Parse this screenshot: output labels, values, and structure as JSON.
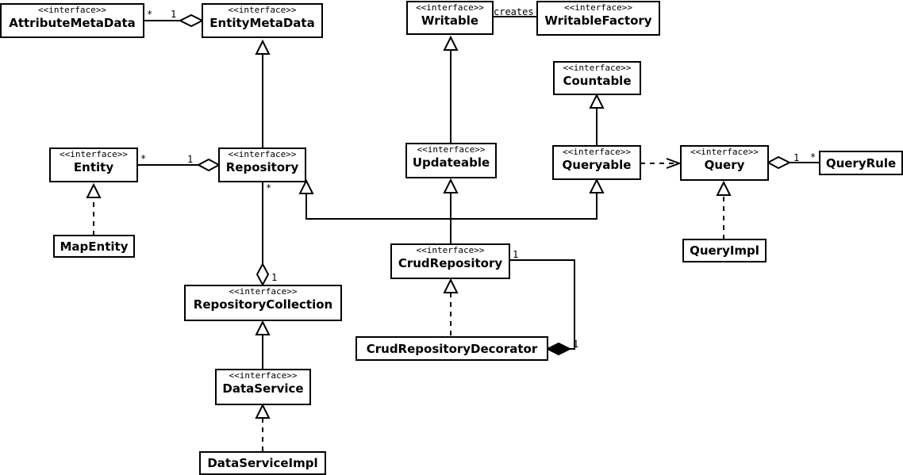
{
  "diagram": {
    "stereotype_text": "<<interface>>",
    "classes": {
      "attribute_meta_data": {
        "name": "AttributeMetaData",
        "interface": true
      },
      "entity_meta_data": {
        "name": "EntityMetaData",
        "interface": true
      },
      "writable": {
        "name": "Writable",
        "interface": true
      },
      "writable_factory": {
        "name": "WritableFactory",
        "interface": true
      },
      "countable": {
        "name": "Countable",
        "interface": true
      },
      "entity": {
        "name": "Entity",
        "interface": true
      },
      "repository": {
        "name": "Repository",
        "interface": true
      },
      "updateable": {
        "name": "Updateable",
        "interface": true
      },
      "queryable": {
        "name": "Queryable",
        "interface": true
      },
      "query": {
        "name": "Query",
        "interface": true
      },
      "query_rule": {
        "name": "QueryRule",
        "interface": false
      },
      "map_entity": {
        "name": "MapEntity",
        "interface": false
      },
      "query_impl": {
        "name": "QueryImpl",
        "interface": false
      },
      "crud_repository": {
        "name": "CrudRepository",
        "interface": true
      },
      "repository_collection": {
        "name": "RepositoryCollection",
        "interface": true
      },
      "crud_repository_decorator": {
        "name": "CrudRepositoryDecorator",
        "interface": false
      },
      "data_service": {
        "name": "DataService",
        "interface": true
      },
      "data_service_impl": {
        "name": "DataServiceImpl",
        "interface": false
      }
    },
    "labels": {
      "creates": "creates",
      "attr_entity_many": "*",
      "attr_entity_one": "1",
      "entity_repo_many": "*",
      "entity_repo_one": "1",
      "repo_collection_many": "*",
      "repo_collection_one": "1",
      "query_rule_one": "1",
      "query_rule_many": "*",
      "crud_decorator_one_top": "1",
      "crud_decorator_one_bottom": "1"
    }
  }
}
